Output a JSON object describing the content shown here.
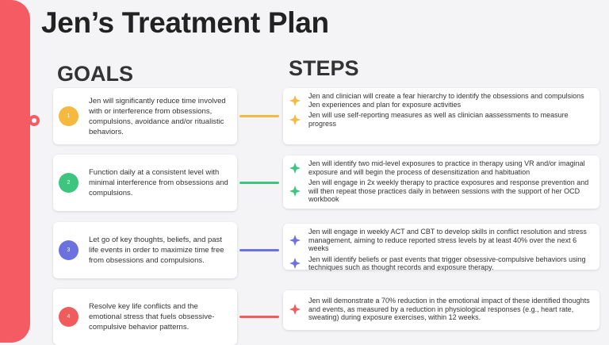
{
  "title": "Jen’s Treatment Plan",
  "goals_heading": "GOALS",
  "steps_heading": "STEPS",
  "goals": [
    {
      "number": "1",
      "text": "Jen will significantly reduce time involved with or interference from obsessions, compulsions, avoidance and/or ritualistic behaviors.",
      "color": "#f5b940"
    },
    {
      "number": "2",
      "text": "Function daily at a consistent level with minimal interference from obsessions and compulsions.",
      "color": "#3dc47e"
    },
    {
      "number": "3",
      "text": "Let go of key thoughts, beliefs, and past life events in order to maximize time free from obsessions and compulsions.",
      "color": "#6b72e0"
    },
    {
      "number": "4",
      "text": "Resolve key life conflicts and the emotional stress that fuels obsessive-compulsive behavior patterns.",
      "color": "#f05b5b"
    }
  ],
  "steps": [
    [
      "Jen and clinician will create a fear hierarchy to identify the obsessions and compulsions Jen experiences and plan for exposure activities",
      "Jen will use self-reporting measures as well as clinician aassessments to measure progress"
    ],
    [
      "Jen will identify two mid-level exposures to practice in therapy using VR and/or imaginal exposure and will begin the process of desensitization and habituation",
      "Jen will engage in 2x weekly therapy to practice exposures and response prevention and will then repeat those practices daily in between sessions with the support of her OCD workbook"
    ],
    [
      "Jen will engage in weekly ACT and CBT to develop skills in conflict resolution and stress management, aiming to reduce reported stress levels by at least 40% over the next 6 weeks",
      "Jen will identify beliefs or past events that trigger obsessive-compulsive behaviors using techniques such as thought records and exposure therapy."
    ],
    [
      "Jen will demonstrate a 70% reduction in the emotional impact of these identified thoughts and events, as measured by a reduction in physiological responses (e.g., heart rate, sweating) during exposure exercises, within 12 weeks."
    ]
  ],
  "colors": {
    "sidebar": "#f45b62",
    "goal_1": "#f5b940",
    "goal_2": "#3dc47e",
    "goal_3": "#6b72e0",
    "goal_4": "#f05b5b"
  }
}
